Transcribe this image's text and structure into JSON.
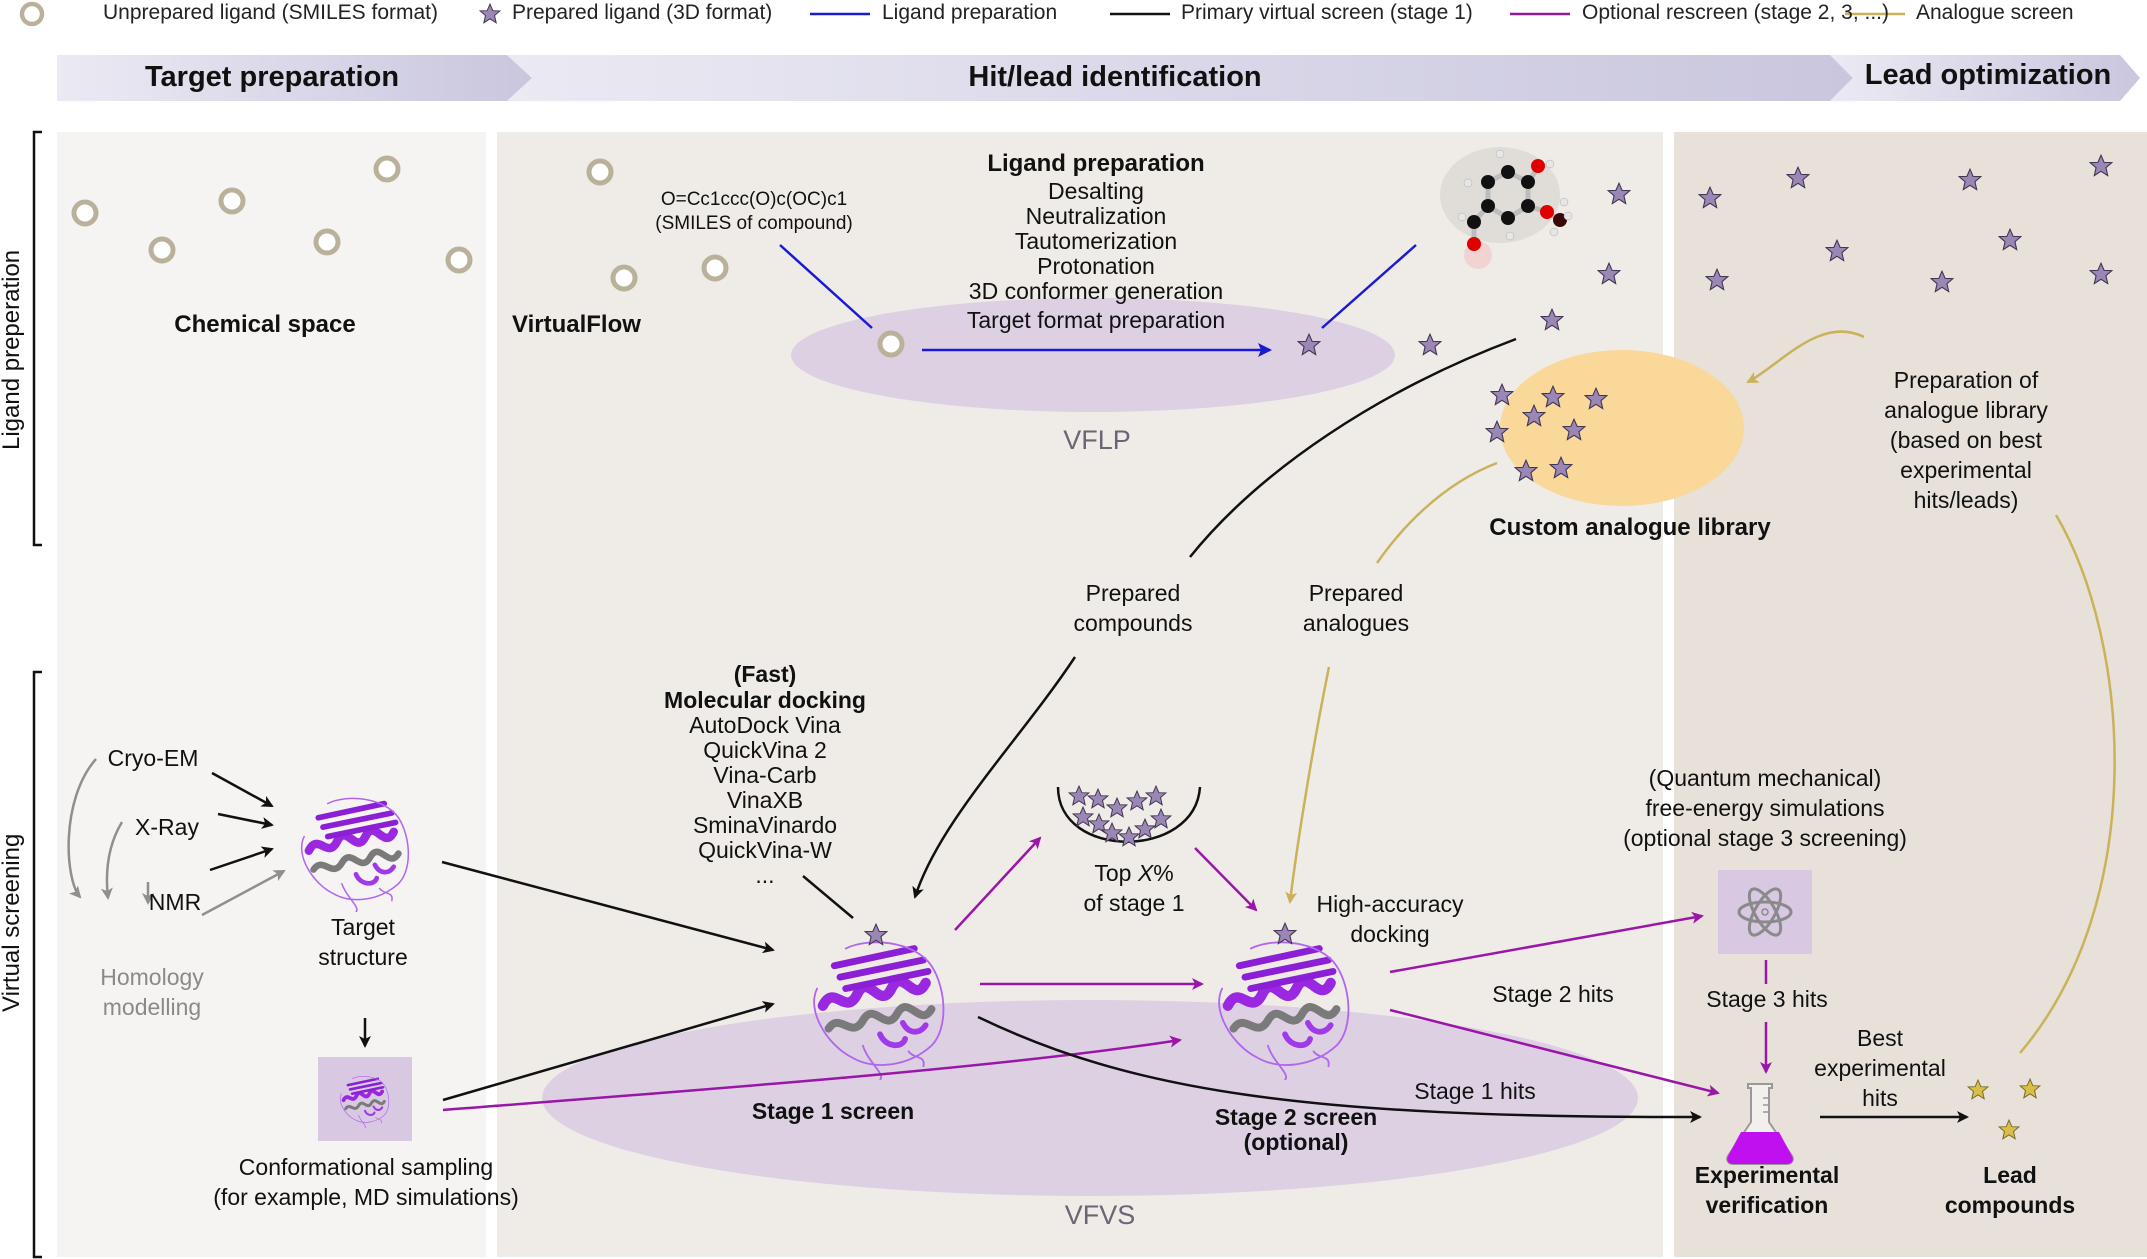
{
  "legend": {
    "items": [
      {
        "icon": "unprepared-ligand-circle-icon",
        "label": "Unprepared ligand (SMILES format)"
      },
      {
        "icon": "prepared-ligand-star-icon",
        "label": "Prepared ligand (3D format)"
      },
      {
        "icon": "line-icon",
        "color": "#1a1ad6",
        "label": "Ligand preparation"
      },
      {
        "icon": "line-icon",
        "color": "#111111",
        "label": "Primary virtual screen (stage 1)"
      },
      {
        "icon": "line-icon",
        "color": "#8f1a98",
        "label": "Optional rescreen (stage 2, 3, ...)"
      },
      {
        "icon": "line-icon",
        "color": "#c9b25a",
        "label": "Analogue screen"
      }
    ]
  },
  "phases": {
    "target_preparation": "Target preparation",
    "hit_lead_identification": "Hit/lead identification",
    "lead_optimization": "Lead optimization"
  },
  "side_labels": {
    "ligand_preparation": "Ligand preperation",
    "virtual_screening": "Virtual screening"
  },
  "chemical_space": {
    "label": "Chemical space"
  },
  "virtualflow": {
    "label": "VirtualFlow",
    "smiles": "O=Cc1ccc(O)c(OC)c1",
    "smiles_caption": "(SMILES of compound)",
    "ligand_prep_title": "Ligand preparation",
    "ligand_prep_steps": [
      "Desalting",
      "Neutralization",
      "Tautomerization",
      "Protonation",
      "3D conformer generation",
      "Target format preparation"
    ],
    "vflp_label": "VFLP",
    "vfvs_label": "VFVS"
  },
  "analogue": {
    "library_label": "Custom analogue library",
    "preparation_text": [
      "Preparation of",
      "analogue library",
      "(based on best",
      "experimental",
      "hits/leads)"
    ],
    "prepared_analogues": [
      "Prepared",
      "analogues"
    ]
  },
  "prepared_compounds": [
    "Prepared",
    "compounds"
  ],
  "target": {
    "sources": [
      "Cryo-EM",
      "X-Ray",
      "NMR"
    ],
    "homology": [
      "Homology",
      "modelling"
    ],
    "structure_label": [
      "Target",
      "structure"
    ],
    "conformational_sampling": [
      "Conformational sampling",
      "(for example, MD simulations)"
    ]
  },
  "docking": {
    "title_line1": "(Fast)",
    "title_line2": "Molecular docking",
    "programs": [
      "AutoDock Vina",
      "QuickVina 2",
      "Vina-Carb",
      "VinaXB",
      "SminaVinardo",
      "QuickVina-W",
      "..."
    ]
  },
  "screening": {
    "top_x_line1_pre": "Top ",
    "top_x_var": "X",
    "top_x_line1_post": "%",
    "top_x_line2": "of stage 1",
    "high_accuracy": [
      "High-accuracy",
      "docking"
    ],
    "stage1_screen": "Stage 1 screen",
    "stage2_screen": [
      "Stage 2 screen",
      "(optional)"
    ],
    "stage1_hits": "Stage 1 hits",
    "stage2_hits": "Stage 2 hits",
    "stage3_hits": "Stage 3 hits",
    "qm_text": [
      "(Quantum mechanical)",
      "free-energy simulations",
      "(optional stage 3 screening)"
    ]
  },
  "verification": {
    "experimental": [
      "Experimental",
      "verification"
    ],
    "best_hits": [
      "Best",
      "experimental",
      "hits"
    ],
    "lead_compounds": [
      "Lead",
      "compounds"
    ]
  },
  "colors": {
    "ligand_prep": "#1a1ad6",
    "primary": "#111111",
    "rescreen": "#8f1a98",
    "analogue": "#c9b25a",
    "star_fill": "#9b87b5",
    "lead_star_fill": "#d9bf4a",
    "circle_stroke": "#b9b19a",
    "vf_ellipse": "#ddd0e3",
    "analogue_blob": "#f9d89a"
  }
}
